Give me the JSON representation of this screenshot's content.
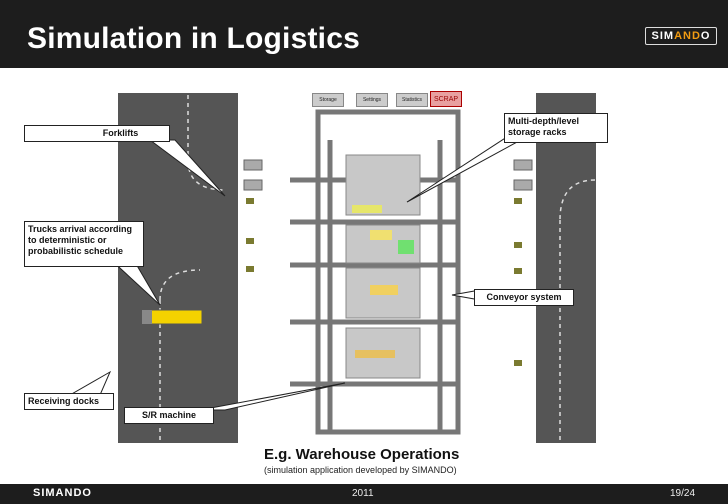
{
  "header": {
    "title": "Simulation in Logistics"
  },
  "logo": {
    "part1": "SIM",
    "part2": "AND",
    "part3": "O"
  },
  "toolbar": {
    "storage": "Storage",
    "settings": "Settings",
    "statistics": "Statistics",
    "scrap": "SCRAP"
  },
  "callouts": {
    "forklifts": "Forklifts",
    "trucks": "Trucks arrival according to deterministic or probabilistic schedule",
    "receiving": "Receiving docks",
    "sr_machine": "S/R machine",
    "racks": "Multi-depth/level storage racks",
    "conveyor": "Conveyor system"
  },
  "caption": {
    "title": "E.g. Warehouse Operations",
    "subtitle": "(simulation application developed by SIMANDO)"
  },
  "footer": {
    "logo": "SIMANDO",
    "year": "2011",
    "page": "19/24"
  },
  "colors": {
    "header_bg": "#1d1d1d",
    "road": "#555555",
    "accent": "#f39c12"
  }
}
